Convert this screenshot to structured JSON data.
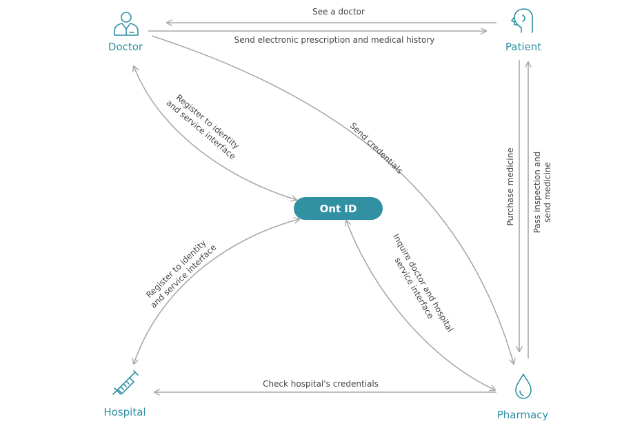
{
  "colors": {
    "accent": "#2f8fa3",
    "hub_fill": "#3191a3",
    "edge": "#a9a9a9",
    "text": "#444444"
  },
  "nodes": {
    "doctor": {
      "label": "Doctor",
      "icon": "doctor-icon"
    },
    "patient": {
      "label": "Patient",
      "icon": "patient-head-icon"
    },
    "hospital": {
      "label": "Hospital",
      "icon": "syringe-icon"
    },
    "pharmacy": {
      "label": "Pharmacy",
      "icon": "drop-icon"
    },
    "hub": {
      "label": "Ont ID"
    }
  },
  "edges": {
    "see_doctor": "See a doctor",
    "send_prescription": "Send electronic prescription and medical history",
    "send_credentials": "Send credentials",
    "doctor_register": [
      "Register to identity",
      "and service interface"
    ],
    "hospital_register": [
      "Register to identity",
      "and service interface"
    ],
    "inquire": [
      "Inquire doctor and hospital",
      "service interface"
    ],
    "purchase_medicine": "Purchase medicine",
    "pass_inspection": [
      "Pass inspection and",
      "send medicine"
    ],
    "check_credentials": "Check hospital's credentials"
  }
}
